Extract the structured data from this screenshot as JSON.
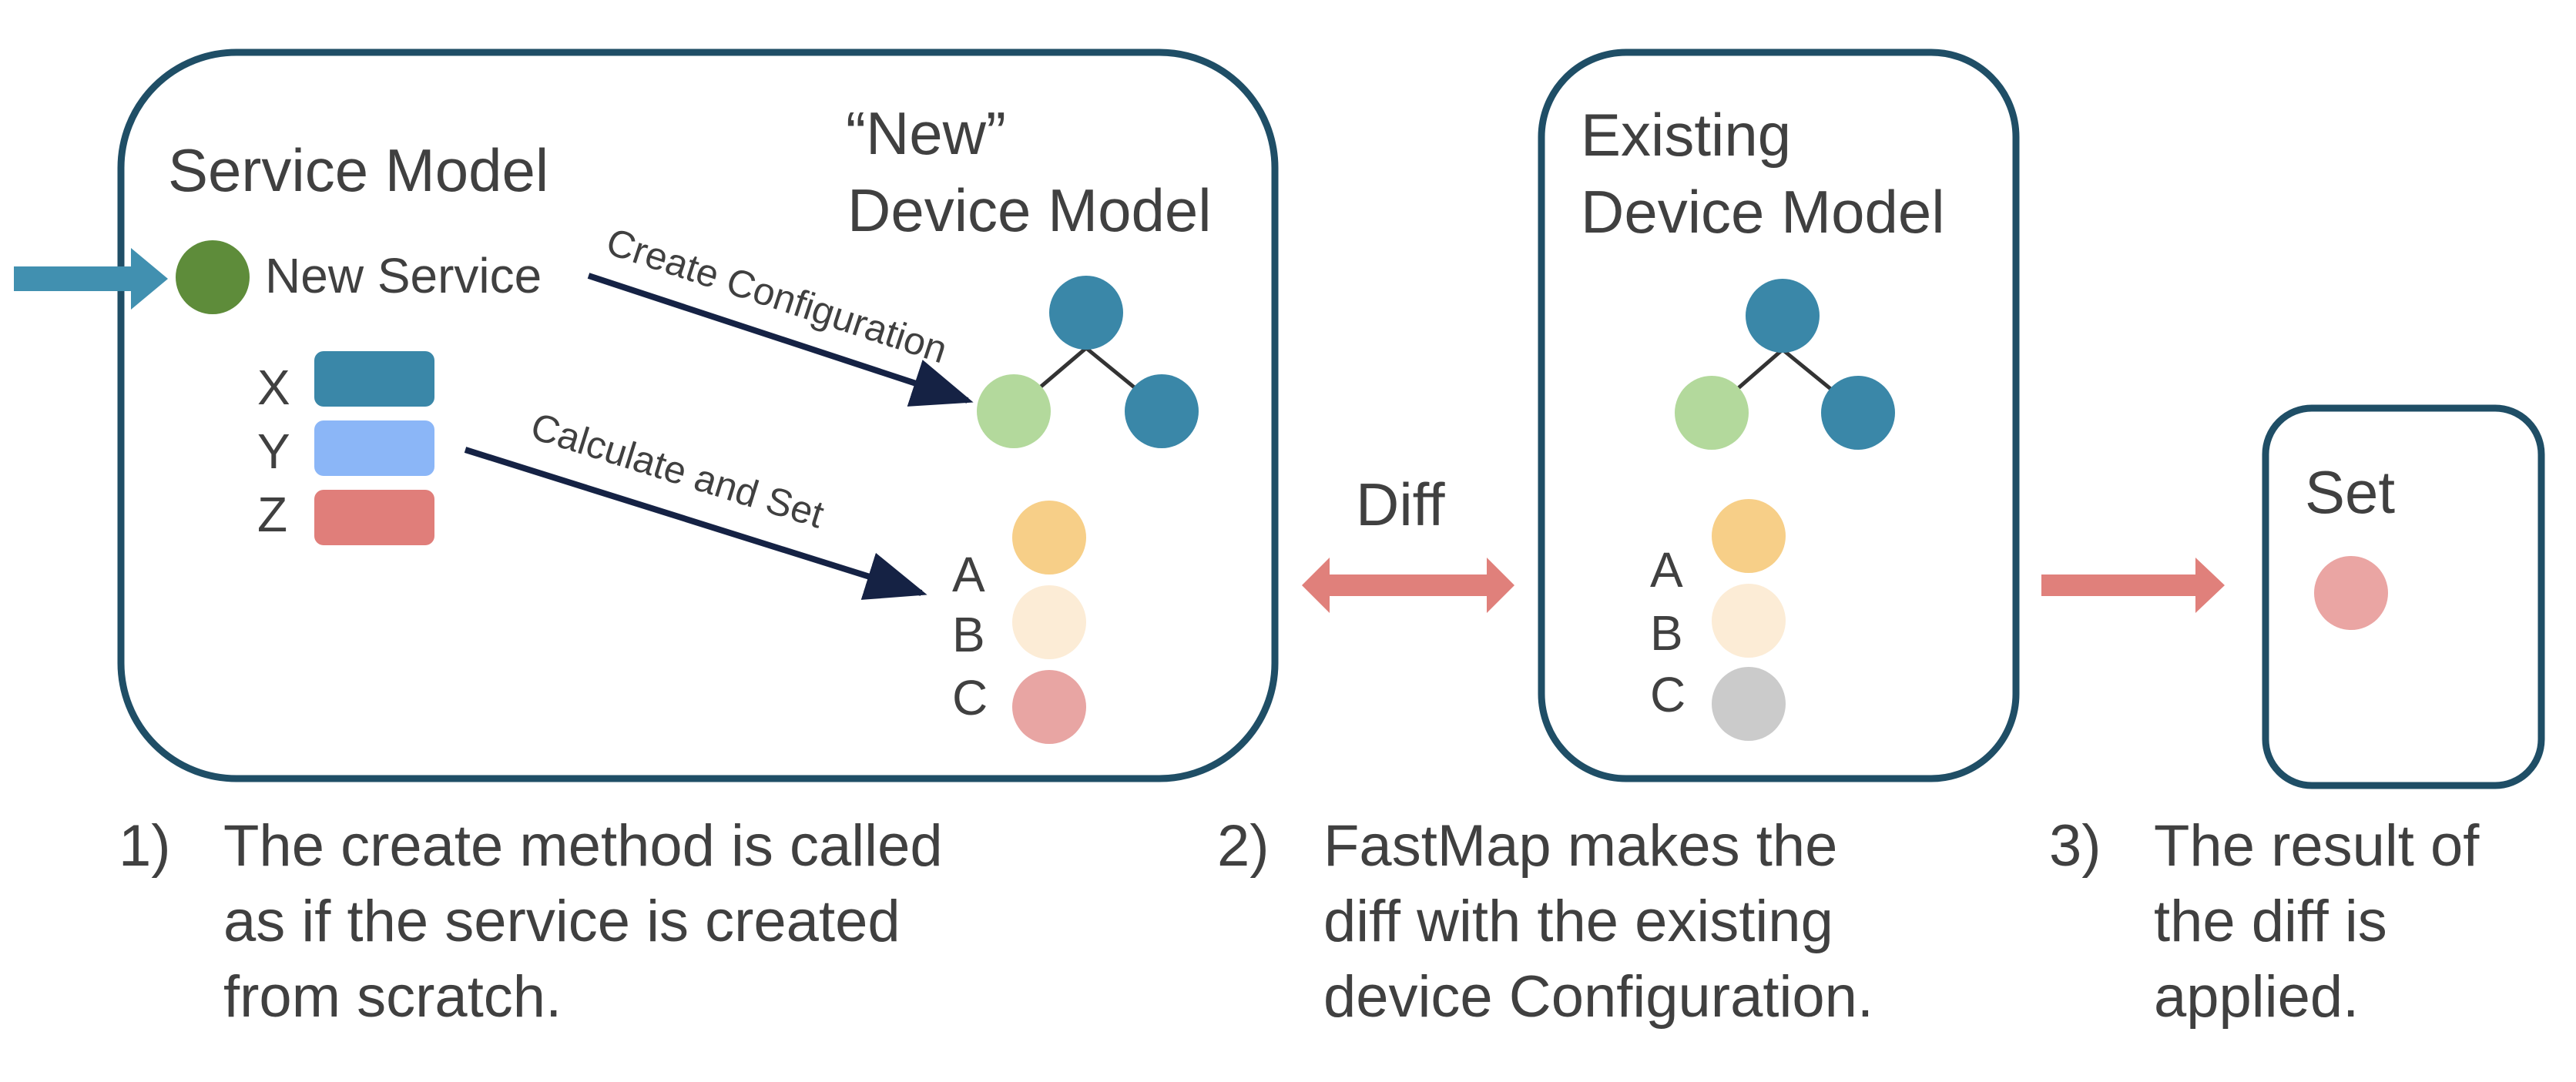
{
  "panel1": {
    "service_model_title": "Service Model",
    "new_service_label": "New Service",
    "new_device_title_line1": "“New”",
    "new_device_title_line2": "Device Model",
    "params": [
      "X",
      "Y",
      "Z"
    ],
    "attrs": [
      "A",
      "B",
      "C"
    ],
    "create_config_label": "Create Configuration",
    "calc_set_label": "Calculate and Set"
  },
  "diff_label": "Diff",
  "panel2": {
    "title_line1": "Existing",
    "title_line2": "Device Model",
    "attrs": [
      "A",
      "B",
      "C"
    ]
  },
  "panel3": {
    "title": "Set"
  },
  "steps": [
    {
      "num": "1)",
      "lines": [
        "The create method is called",
        "as if the service is created",
        "from scratch."
      ]
    },
    {
      "num": "2)",
      "lines": [
        "FastMap makes the",
        "diff with the existing",
        "device Configuration."
      ]
    },
    {
      "num": "3)",
      "lines": [
        "The result of",
        "the diff is",
        "applied."
      ]
    }
  ],
  "colors": {
    "box_border": "#1f4e66",
    "service_green": "#5e8c3a",
    "node_blue": "#3a87a8",
    "node_green": "#b3d99c",
    "param_x": "#3a87a8",
    "param_y": "#8bb6f7",
    "param_z": "#e07e7a",
    "attr_a": "#f7cf88",
    "attr_b": "#fcecd6",
    "attr_c_new": "#e8a5a3",
    "attr_c_existing": "#cbcbcb",
    "set_dot": "#eaa5a3",
    "arrow_red": "#e0807b",
    "arrow_blue": "#4190b0",
    "arrow_navy": "#152244"
  }
}
